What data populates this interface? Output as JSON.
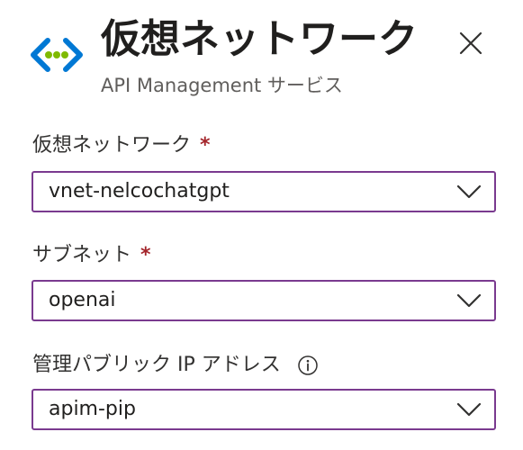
{
  "header": {
    "title": "仮想ネットワーク",
    "subtitle": "API Management サービス",
    "icon": "virtual-network-icon",
    "close_icon": "close-icon"
  },
  "fields": {
    "virtual_network": {
      "label": "仮想ネットワーク",
      "required_mark": "*",
      "value": "vnet-nelcochatgpt"
    },
    "subnet": {
      "label": "サブネット",
      "required_mark": "*",
      "value": "openai"
    },
    "public_ip": {
      "label": "管理パブリック IP アドレス",
      "info_icon": "info-icon",
      "value": "apim-pip"
    }
  },
  "colors": {
    "dropdown_border": "#7a3a8f",
    "required": "#a4262c",
    "icon_blue": "#0078d4",
    "icon_green": "#7fba00"
  }
}
